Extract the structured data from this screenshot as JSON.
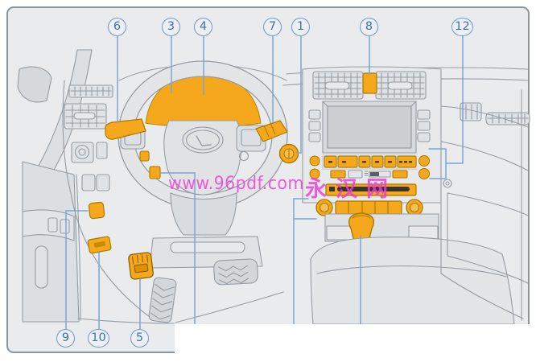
{
  "figure": {
    "kind": "owner-manual instrument panel overview diagram",
    "background_color": "#E9EBEC",
    "highlight_color": "#F6A81C",
    "outline_color": "#949CA4",
    "callout_text_color": "#3F72B4",
    "callout_line_color": "#7AA5D8",
    "watermark": {
      "url": "www.96pdf.com",
      "site_name": "永汉网",
      "color": "#EE3BD9"
    },
    "callouts": [
      {
        "label": "6"
      },
      {
        "label": "3"
      },
      {
        "label": "4"
      },
      {
        "label": "7"
      },
      {
        "label": "1"
      },
      {
        "label": "8"
      },
      {
        "label": "12"
      },
      {
        "label": "9"
      },
      {
        "label": "10"
      },
      {
        "label": "5"
      }
    ]
  }
}
